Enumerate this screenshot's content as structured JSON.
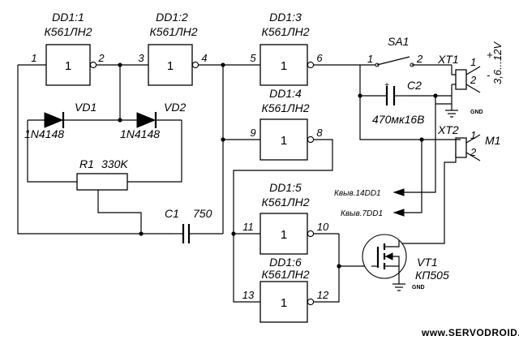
{
  "gates": [
    {
      "ref": "DD1:1",
      "part": "К561ЛН2",
      "symbol": "1",
      "pin_in": "1",
      "pin_out": "2"
    },
    {
      "ref": "DD1:2",
      "part": "К561ЛН2",
      "symbol": "1",
      "pin_in": "3",
      "pin_out": "4"
    },
    {
      "ref": "DD1:3",
      "part": "К561ЛН2",
      "symbol": "1",
      "pin_in": "5",
      "pin_out": "6"
    },
    {
      "ref": "DD1:4",
      "part": "К561ЛН2",
      "symbol": "1",
      "pin_in": "9",
      "pin_out": "8"
    },
    {
      "ref": "DD1:5",
      "part": "К561ЛН2",
      "symbol": "1",
      "pin_in": "11",
      "pin_out": "10"
    },
    {
      "ref": "DD1:6",
      "part": "К561ЛН2",
      "symbol": "1",
      "pin_in": "13",
      "pin_out": "12"
    }
  ],
  "diodes": [
    {
      "ref": "VD1",
      "part": "1N4148"
    },
    {
      "ref": "VD2",
      "part": "1N4148"
    }
  ],
  "resistor": {
    "ref": "R1",
    "value": "330K"
  },
  "cap_c1": {
    "ref": "C1",
    "value": "750"
  },
  "cap_c2": {
    "ref": "C2",
    "value": "470мк16В",
    "polarity": "+"
  },
  "switch": {
    "ref": "SA1",
    "pin1": "1",
    "pin2": "2"
  },
  "xt1": {
    "ref": "XT1",
    "pin1": "1",
    "pin2": "2",
    "plus": "+",
    "minus": "-",
    "voltage": "3,6...12V"
  },
  "xt2": {
    "ref": "XT2",
    "pin1": "1",
    "pin2": "2"
  },
  "motor": {
    "ref": "M1"
  },
  "transistor": {
    "ref": "VT1",
    "part": "КП505"
  },
  "supply_labels": {
    "pin14": "Квыв.14DD1",
    "pin7": "Квыв.7DD1"
  },
  "gnd_label": "GND",
  "watermark": "www.SERVODROID.ru"
}
